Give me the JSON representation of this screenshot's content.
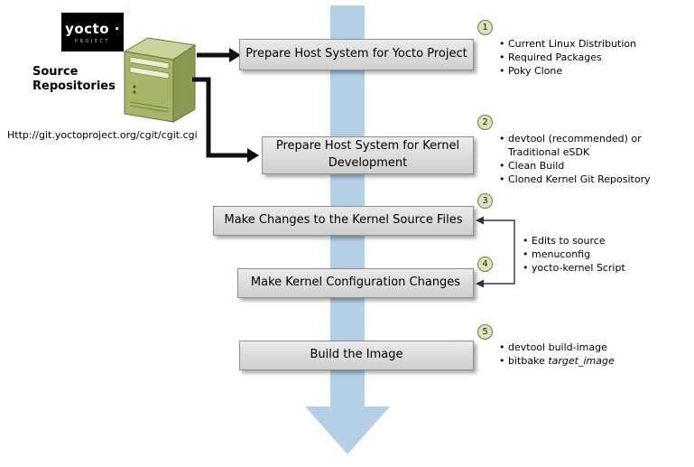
{
  "logo": {
    "brand": "yocto ·",
    "sub": "PROJECT"
  },
  "source": {
    "title": "Source Repositories",
    "url": "Http://git.yoctoproject.org/cgit/cgit.cgi"
  },
  "steps": [
    {
      "num": "1",
      "label": "Prepare Host System for Yocto Project",
      "bullets": [
        "Current Linux Distribution",
        "Required Packages",
        "Poky Clone"
      ]
    },
    {
      "num": "2",
      "label": "Prepare Host System for Kernel Development",
      "bullets": [
        "devtool (recommended) or\nTraditional eSDK",
        "Clean Build",
        "Cloned Kernel Git Repository"
      ]
    },
    {
      "num": "3",
      "label": "Make Changes to the Kernel Source Files"
    },
    {
      "num": "4",
      "label": "Make Kernel Configuration Changes"
    },
    {
      "num": "5",
      "label": "Build the Image",
      "bullets": [
        {
          "text": "devtool build-image"
        },
        {
          "prefix": "bitbake ",
          "italic": "target_image"
        }
      ]
    }
  ],
  "shared_bullets_steps_3_4": [
    "Edits to source",
    "menuconfig",
    "yocto-kernel Script"
  ],
  "icons": {
    "server": "server-icon",
    "yocto_logo": "yocto-logo",
    "flow_arrow": "down-arrow"
  },
  "colors": {
    "flow_arrow": "#b4cfe6",
    "box_fill": "#cfcfcf",
    "circle_fill": "#dbe4b8",
    "circle_border": "#6f7c41",
    "server_green": "#a7b669"
  }
}
